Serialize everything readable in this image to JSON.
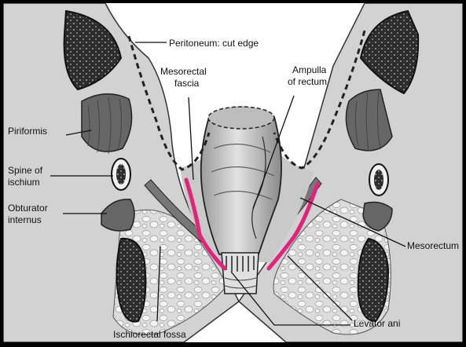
{
  "labels": {
    "peritoneum": "Peritoneum: cut edge",
    "mesorectal_fascia_1": "Mesorectal",
    "mesorectal_fascia_2": "fascia",
    "ampulla_1": "Ampulla",
    "ampulla_2": "of rectum",
    "piriformis": "Piriformis",
    "spine_1": "Spine of",
    "spine_2": "ischium",
    "obturator_1": "Obturator",
    "obturator_2": "internus",
    "mesorectum": "Mesorectum",
    "levator_ani": "Levator ani",
    "ischiorectal_fossa": "Ischiorectal fossa"
  },
  "colors": {
    "fascia": "#e0247a",
    "tissue": "#d4d4d4",
    "muscle": "#6a6a6a",
    "bone": "#3a3a3a",
    "fat": "#e2e2e2"
  }
}
